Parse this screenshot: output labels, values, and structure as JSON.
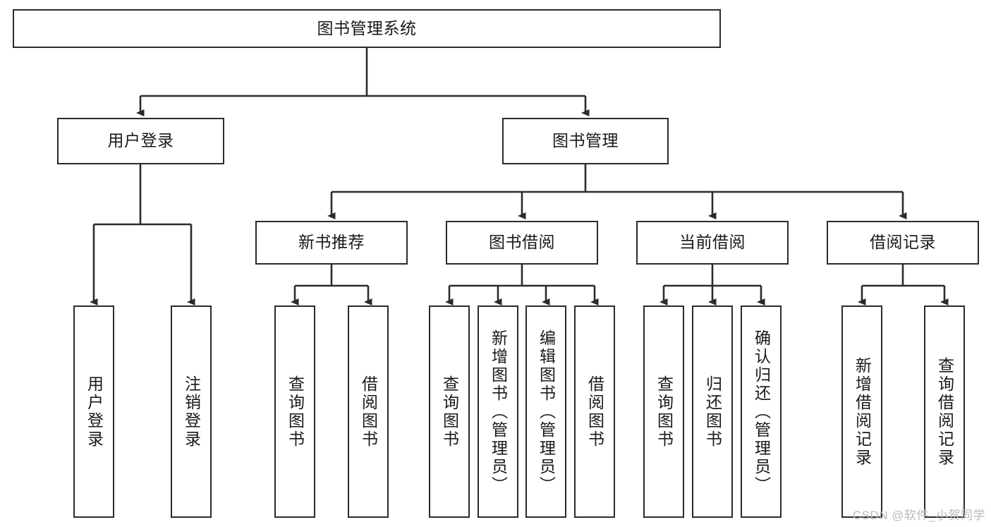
{
  "diagram": {
    "type": "tree-hierarchy",
    "title": "图书管理系统",
    "root": {
      "id": "root",
      "label": "图书管理系统",
      "level": 0
    },
    "level2": [
      {
        "id": "user-login",
        "label": "用户登录"
      },
      {
        "id": "book-manage",
        "label": "图书管理"
      }
    ],
    "level3": [
      {
        "id": "new-book-recommend",
        "label": "新书推荐",
        "parent": "book-manage"
      },
      {
        "id": "book-borrow",
        "label": "图书借阅",
        "parent": "book-manage"
      },
      {
        "id": "current-borrow",
        "label": "当前借阅",
        "parent": "book-manage"
      },
      {
        "id": "borrow-record",
        "label": "借阅记录",
        "parent": "book-manage"
      }
    ],
    "leaves": {
      "user-login": [
        {
          "id": "leaf-user-login",
          "label": "用户登录"
        },
        {
          "id": "leaf-logout-login",
          "label": "注销登录"
        }
      ],
      "new-book-recommend": [
        {
          "id": "leaf-query-book-1",
          "label": "查询图书"
        },
        {
          "id": "leaf-borrow-book-1",
          "label": "借阅图书"
        }
      ],
      "book-borrow": [
        {
          "id": "leaf-query-book-2",
          "label": "查询图书"
        },
        {
          "id": "leaf-add-book",
          "label": "新增图书（管理员）"
        },
        {
          "id": "leaf-edit-book",
          "label": "编辑图书（管理员）"
        },
        {
          "id": "leaf-borrow-book-2",
          "label": "借阅图书"
        }
      ],
      "current-borrow": [
        {
          "id": "leaf-query-book-3",
          "label": "查询图书"
        },
        {
          "id": "leaf-return-book",
          "label": "归还图书"
        },
        {
          "id": "leaf-confirm-return",
          "label": "确认归还（管理员）"
        }
      ],
      "borrow-record": [
        {
          "id": "leaf-add-record",
          "label": "新增借阅记录"
        },
        {
          "id": "leaf-query-record",
          "label": "查询借阅记录"
        }
      ]
    }
  },
  "watermark": {
    "text": "CSDN @软件_小贺同学"
  },
  "colors": {
    "stroke": "#2b2b2b",
    "fill": "#ffffff",
    "text": "#1a1a1a",
    "watermark": "#b9b9b9"
  }
}
